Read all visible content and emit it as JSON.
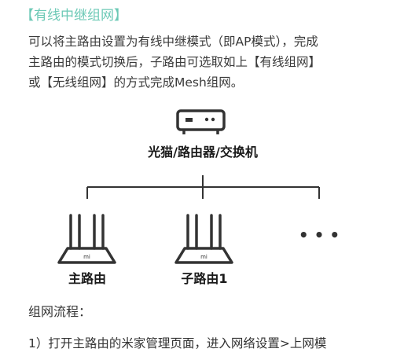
{
  "header": {
    "title": "【有线中继组网】"
  },
  "intro": {
    "line1": "可以将主路由设置为有线中继模式（即AP模式），完成",
    "line2": "主路由的模式切换后，子路由可选取如上【有线组网】",
    "line3": "或【无线组网】的方式完成Mesh组网。"
  },
  "diagram": {
    "top_device_label": "光猫/路由器/交换机",
    "main_router_label": "主路由",
    "sub_router_label": "子路由1",
    "more_label": "• • •",
    "router_logo": "mi"
  },
  "process": {
    "title": "组网流程：",
    "step1": "1）打开主路由的米家管理页面，进入网络设置>上网模"
  },
  "colors": {
    "accent": "#6cc9b6",
    "line": "#333333",
    "text": "#333333"
  }
}
